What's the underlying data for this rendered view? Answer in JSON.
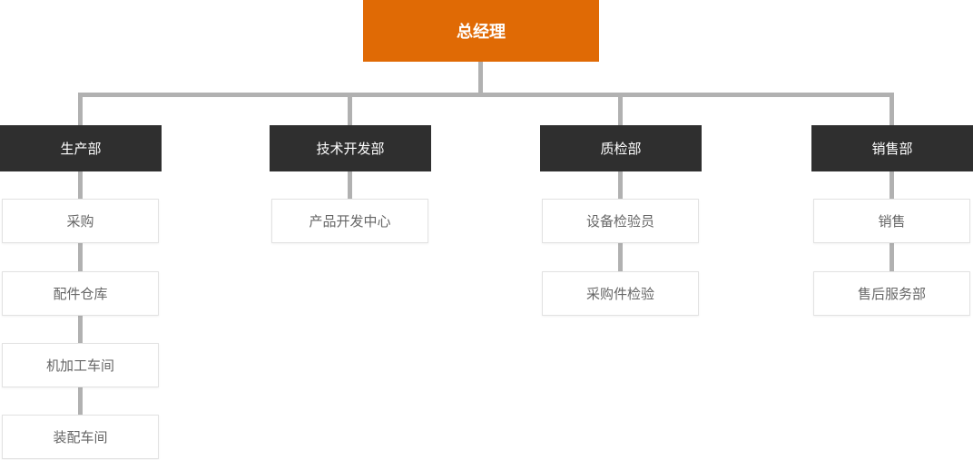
{
  "root": {
    "label": "总经理"
  },
  "columns": [
    {
      "head": "生产部",
      "children": [
        "采购",
        "配件仓库",
        "机加工车间",
        "装配车间"
      ]
    },
    {
      "head": "技术开发部",
      "children": [
        "产品开发中心"
      ]
    },
    {
      "head": "质检部",
      "children": [
        "设备检验员",
        "采购件检验"
      ]
    },
    {
      "head": "销售部",
      "children": [
        "销售",
        "售后服务部"
      ]
    }
  ],
  "colors": {
    "root_bg": "#e06a05",
    "root_text": "#ffffff",
    "head_bg": "#2f2f2f",
    "head_text": "#ffffff",
    "child_bg": "#ffffff",
    "child_border": "#e2e2e2",
    "child_text": "#666666",
    "connector": "#b1b1b1",
    "background": "#ffffff"
  }
}
